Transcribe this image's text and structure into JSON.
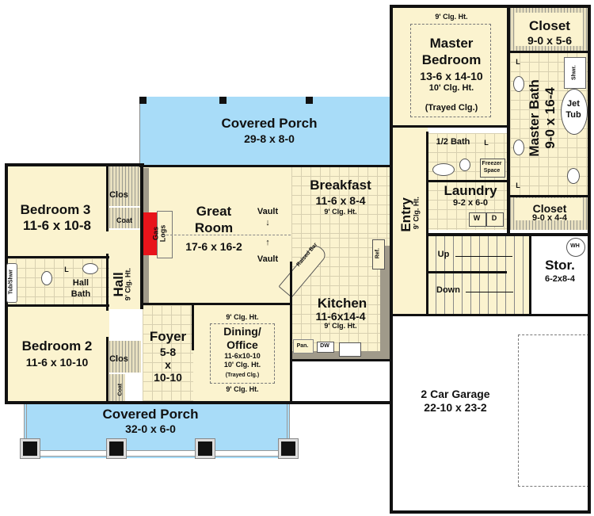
{
  "plan": {
    "type": "floor-plan",
    "colors": {
      "room_fill": "#fbf3cf",
      "porch_fill": "#a8dcf8",
      "wall": "#111111",
      "fireplace": "#e8141b",
      "garage_fill": "#ffffff"
    }
  },
  "rooms": {
    "master_bedroom": {
      "name_line1": "Master",
      "name_line2": "Bedroom",
      "size": "13-6 x 14-10",
      "ceiling": "10' Clg. Ht.",
      "note": "(Trayed Clg.)",
      "perimeter_ceiling": "9' Clg. Ht."
    },
    "closet_top": {
      "name": "Closet",
      "size": "9-0 x 5-6"
    },
    "master_bath": {
      "name": "Master Bath",
      "size": "9-0 x 16-4",
      "shower": "Shwr.",
      "tub_line1": "Jet",
      "tub_line2": "Tub",
      "lav": "L"
    },
    "half_bath": {
      "name": "1/2 Bath",
      "lav": "L"
    },
    "freezer": {
      "line1": "Freezer",
      "line2": "Space"
    },
    "laundry": {
      "name": "Laundry",
      "size": "9-2 x 6-0",
      "washer": "W",
      "dryer": "D"
    },
    "closet_mid": {
      "name": "Closet",
      "size": "9-0 x 4-4"
    },
    "entry": {
      "name": "Entry",
      "ceiling": "9' Clg. Ht."
    },
    "stairs": {
      "up": "Up",
      "down": "Down"
    },
    "storage": {
      "name": "Stor.",
      "size": "6-2x8-4",
      "water_heater": "WH"
    },
    "covered_porch_rear": {
      "name": "Covered Porch",
      "size": "29-8 x 8-0"
    },
    "great_room": {
      "name_line1": "Great",
      "name_line2": "Room",
      "size": "17-6 x 16-2",
      "vault_top": "Vault",
      "vault_bottom": "Vault"
    },
    "fireplace": {
      "line1": "Gas",
      "line2": "Logs"
    },
    "breakfast": {
      "name": "Breakfast",
      "size": "11-6 x 8-4",
      "ceiling": "9' Clg. Ht."
    },
    "raised_bar": {
      "name": "Raised Bar"
    },
    "refrigerator": {
      "name": "Ref."
    },
    "kitchen": {
      "name": "Kitchen",
      "size": "11-6x14-4",
      "ceiling": "9' Clg. Ht.",
      "pantry": "Pan.",
      "dishwasher": "DW"
    },
    "bedroom3": {
      "name": "Bedroom 3",
      "size": "11-6 x 10-8",
      "closet": "Clos",
      "coat": "Coat"
    },
    "hall": {
      "name": "Hall",
      "ceiling": "9' Clg. Ht."
    },
    "hall_bath": {
      "name_line1": "Hall",
      "name_line2": "Bath",
      "tub": "Tub/Shwr",
      "lav": "L"
    },
    "bedroom2": {
      "name": "Bedroom 2",
      "size": "11-6 x 10-10",
      "closet": "Clos",
      "coat": "Coat"
    },
    "foyer": {
      "name": "Foyer",
      "size_line1": "5-8",
      "size_line2": "x",
      "size_line3": "10-10"
    },
    "dining": {
      "name_line1": "Dining/",
      "name_line2": "Office",
      "size": "11-6x10-10",
      "ceiling": "10' Clg. Ht.",
      "note": "(Trayed Clg.)",
      "perimeter_top": "9' Clg. Ht.",
      "perimeter_bottom": "9' Clg. Ht."
    },
    "covered_porch_front": {
      "name": "Covered Porch",
      "size": "32-0 x 6-0"
    },
    "garage": {
      "name": "2 Car Garage",
      "size": "22-10 x 23-2"
    }
  }
}
